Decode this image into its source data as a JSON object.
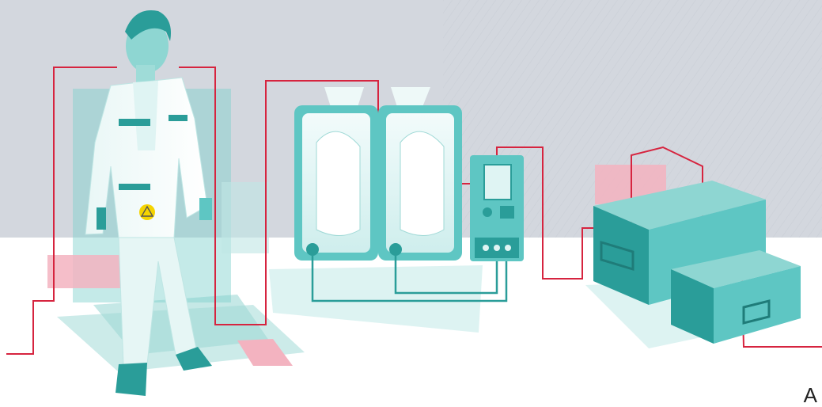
{
  "scene": {
    "corner_glyph": "A",
    "colors": {
      "wall": "#d3d7de",
      "floor": "#ffffff",
      "teal": "#5ec6c3",
      "teal_dark": "#2a9d99",
      "teal_light": "#bfe6e4",
      "ground_line": "#d6243f",
      "pink": "#f3b3c0"
    },
    "icons": [
      "esd-worker-figure",
      "esd-badge-icon",
      "shoe-tester-station",
      "esd-tester-device",
      "esd-storage-box-large",
      "esd-storage-box-small",
      "ground-line"
    ]
  }
}
